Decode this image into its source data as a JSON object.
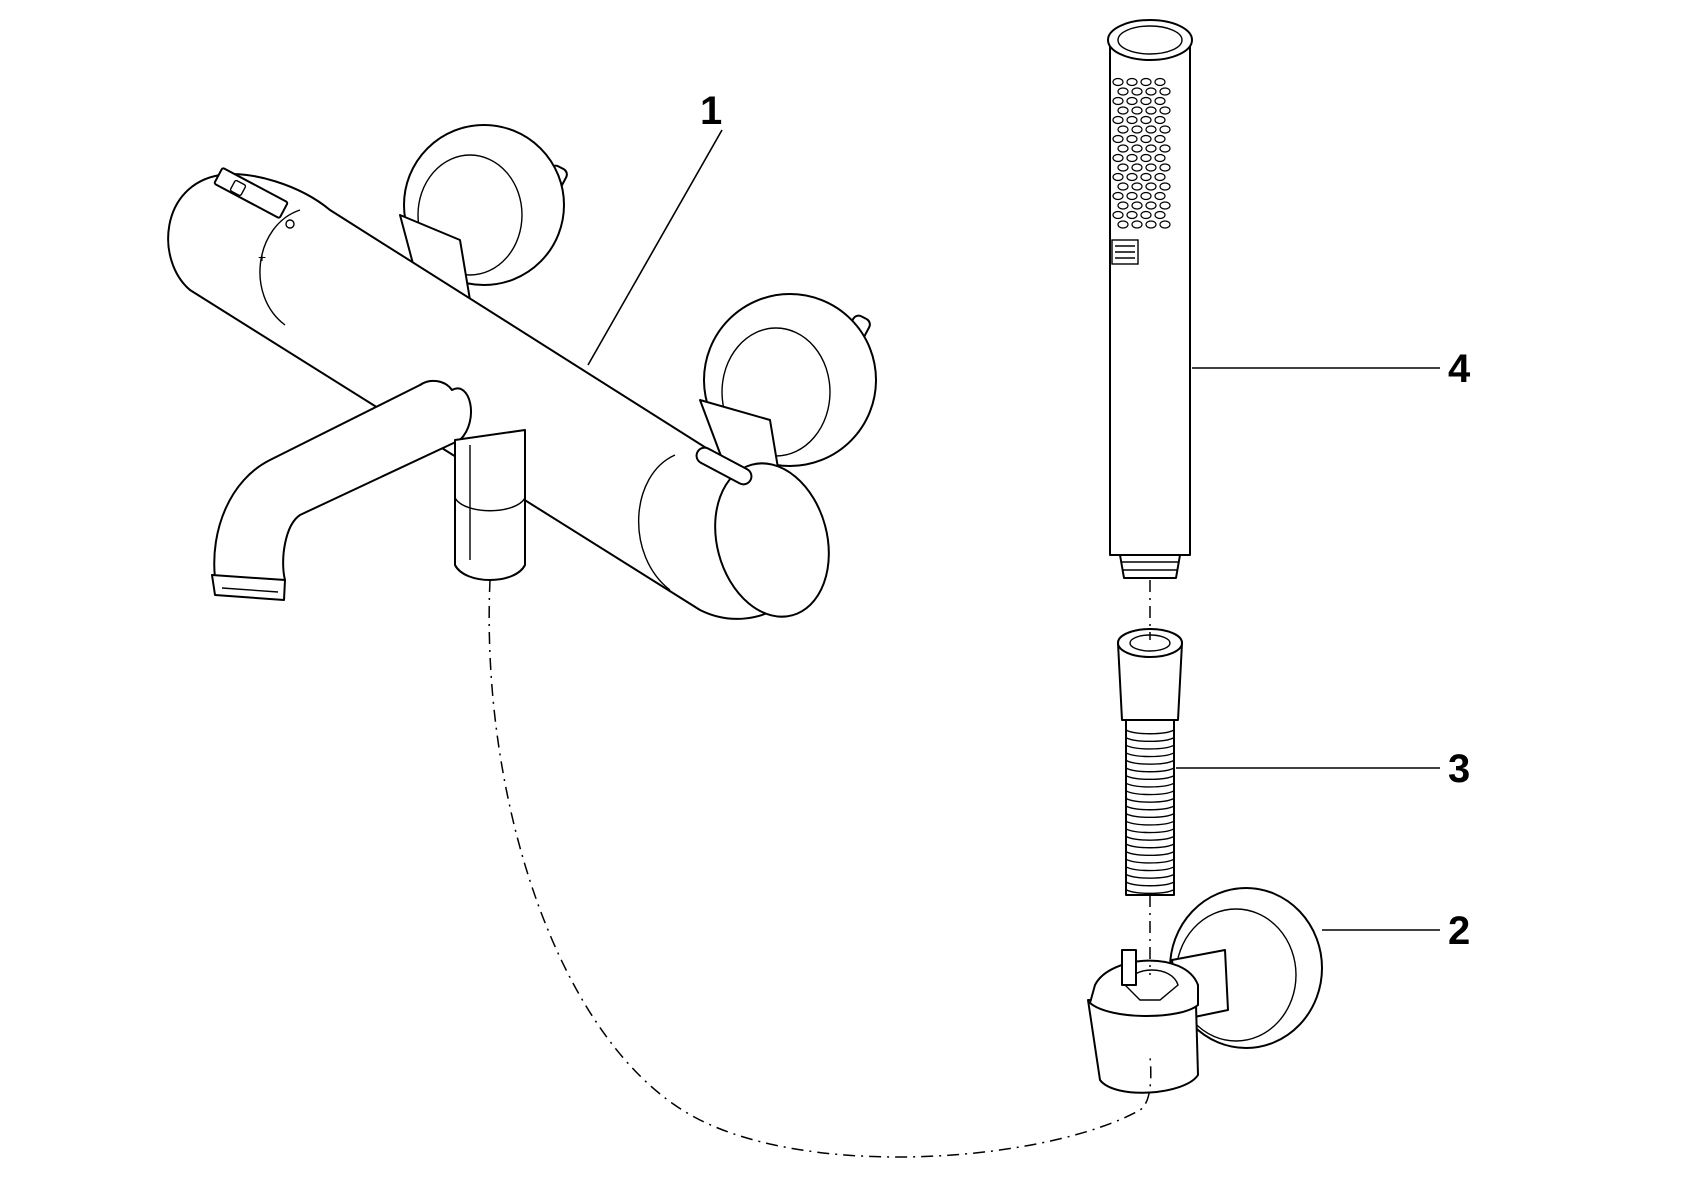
{
  "callouts": [
    {
      "id": "mixer",
      "label": "1"
    },
    {
      "id": "holder",
      "label": "2"
    },
    {
      "id": "hose",
      "label": "3"
    },
    {
      "id": "hand-shower",
      "label": "4"
    }
  ],
  "colors": {
    "line": "#000000",
    "background": "#ffffff"
  }
}
